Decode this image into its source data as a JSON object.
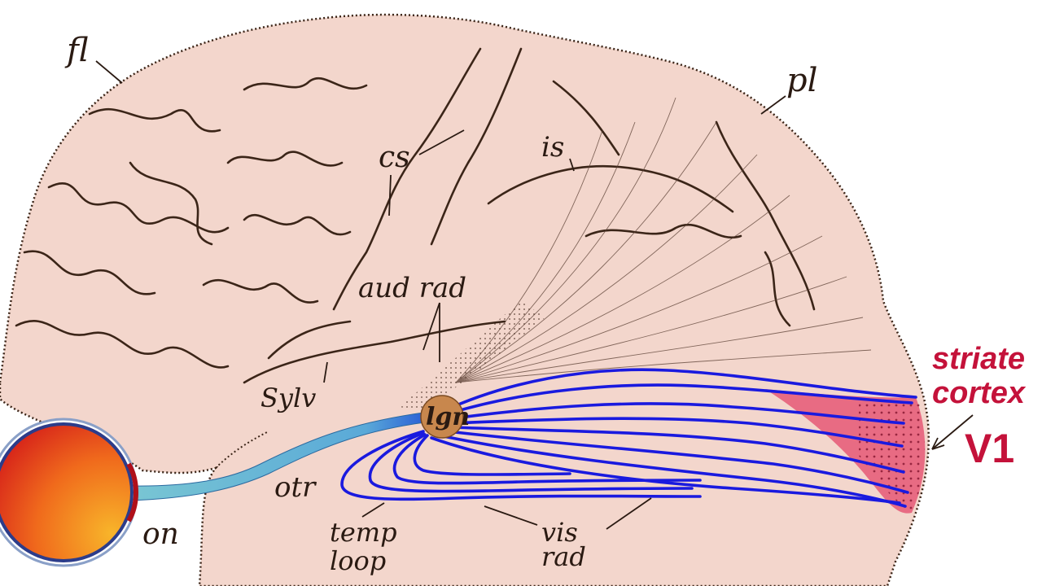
{
  "labels": {
    "fl": "fl",
    "pl": "pl",
    "cs": "cs",
    "is": "is",
    "aud_rad": "aud rad",
    "sylv": "Sylv",
    "lgn": "lgn",
    "otr": "otr",
    "on": "on",
    "temp": "temp",
    "loop": "loop",
    "vis": "vis",
    "rad": "rad",
    "striate": "striate",
    "cortex": "cortex",
    "v1": "V1"
  },
  "colors": {
    "brain_fill": "#f3d6cc",
    "sulcus_ink": "#3b2518",
    "radiation_blue": "#1a1adf",
    "optic_tract": "#7ec8d6",
    "lgn_fill": "#c8874d",
    "striate_red": "#e24668",
    "label_red": "#c4123a",
    "eye_red": "#e2231a",
    "eye_orange": "#f7a21b"
  },
  "icons": {
    "eye": "eye-icon",
    "brain": "brain-outline"
  }
}
